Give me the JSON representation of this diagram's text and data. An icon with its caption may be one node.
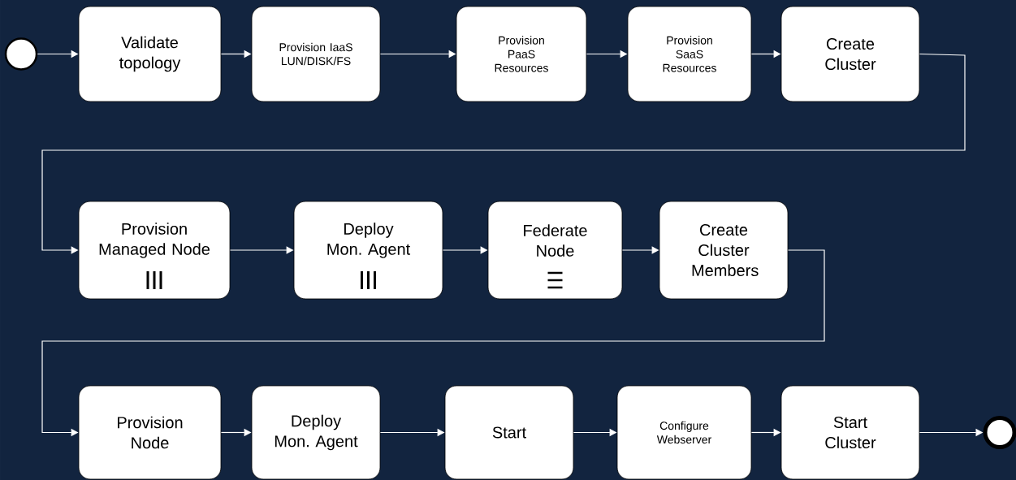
{
  "diagram": {
    "nodes": [
      {
        "text": [],
        "shape": "circle"
      },
      {
        "text": [
          "Validate topology"
        ]
      },
      {
        "text": [
          "Provision IaaS LUN/DISK/FS"
        ]
      },
      {
        "text": [
          "Provision PaaS Resources"
        ]
      },
      {
        "text": [
          "Provision SaaS Resources"
        ]
      },
      {
        "text": [
          "Create Cluster"
        ]
      },
      {
        "text": [
          "Provision Managed Node"
        ]
      },
      {
        "text": [
          "Deploy Mon. Agent"
        ]
      },
      {
        "text": [
          "Federate Node"
        ]
      },
      {
        "text": [
          "Create Cluster Members"
        ]
      },
      {
        "text": [
          "Provision Node"
        ]
      },
      {
        "text": [
          "Deploy Mon. Agent"
        ]
      },
      {
        "text": [
          "Start"
        ]
      },
      {
        "text": [
          "Configure Webserver"
        ]
      },
      {
        "text": [
          "Start Cluster"
        ]
      },
      {
        "text": [],
        "shape": "circle"
      }
    ],
    "edges": [
      {
        "from": 0,
        "to": 1,
        "arrow": "to"
      },
      {
        "from": 1,
        "to": 2,
        "arrow": "to"
      },
      {
        "from": 2,
        "to": 3,
        "arrow": "to"
      },
      {
        "from": 3,
        "to": 4,
        "arrow": "to"
      },
      {
        "from": 4,
        "to": 5,
        "arrow": "to"
      },
      {
        "from": 5,
        "to": 6,
        "arrow": "to"
      },
      {
        "from": 6,
        "to": 7,
        "arrow": "to"
      },
      {
        "from": 7,
        "to": 8,
        "arrow": "to"
      },
      {
        "from": 8,
        "to": 9,
        "arrow": "to"
      },
      {
        "from": 9,
        "to": 10,
        "arrow": "to"
      },
      {
        "from": 10,
        "to": 11,
        "arrow": "to"
      },
      {
        "from": 11,
        "to": 12,
        "arrow": "to"
      },
      {
        "from": 12,
        "to": 13,
        "arrow": "to"
      },
      {
        "from": 13,
        "to": 14,
        "arrow": "to"
      },
      {
        "from": 14,
        "to": 15,
        "arrow": "to"
      }
    ]
  }
}
